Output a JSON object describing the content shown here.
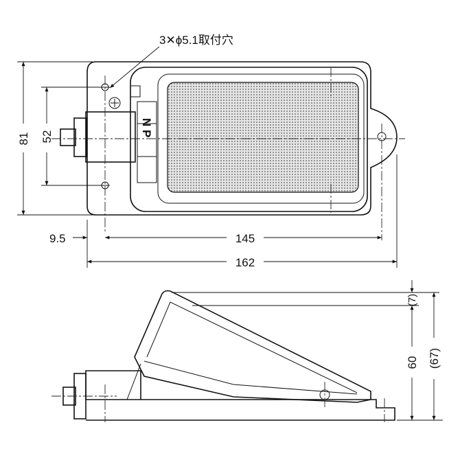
{
  "callout": {
    "hole_note": "3✕ϕ5.1取付穴"
  },
  "plan_view": {
    "dim_height_overall": "81",
    "dim_hole_pitch_vertical": "52",
    "dim_edge_to_hole": "9.5",
    "dim_hole_pitch_horizontal": "145",
    "dim_width_overall": "162",
    "cover_marking": "N P"
  },
  "side_view": {
    "dim_top_gap": "(7)",
    "dim_height": "60",
    "dim_height_overall": "(67)"
  }
}
